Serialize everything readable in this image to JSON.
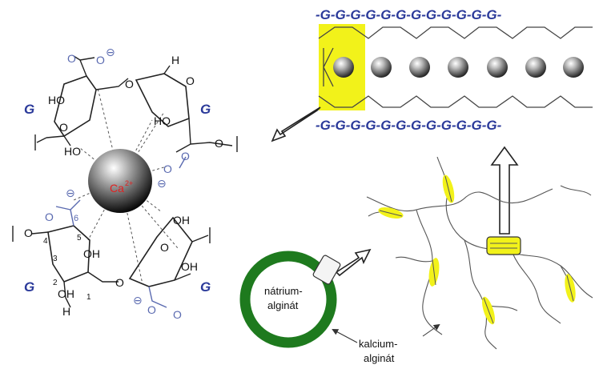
{
  "g_chain_top": "-G-G-G-G-G-G-G-G-G-G-G-G-",
  "g_chain_bottom": "-G-G-G-G-G-G-G-G-G-G-G-G-",
  "g_labels": [
    "G",
    "G",
    "G",
    "G"
  ],
  "atoms": {
    "o_carbonyl_top": "O",
    "o_carboxyl_top": "O",
    "minus_top": "⊖",
    "ho_left_top": "HO",
    "o_ring_left_top": "O",
    "ho_left_mid": "HO",
    "o_glycosidic_top": "O",
    "h_top_right": "H",
    "o_top_right_ring": "O",
    "ho_right_top": "HO",
    "o_right_chain": "O",
    "o_carbonyl_right": "O",
    "o_carboxyl_right": "O",
    "minus_right": "⊖",
    "minus_left_mid": "⊖",
    "o_left_c6": "O",
    "num_6": "6",
    "o_left_chain": "O",
    "num_4": "4",
    "num_5": "5",
    "num_3": "3",
    "oh_left_ring": "OH",
    "num_2": "2",
    "o_glycosidic_bottom": "O",
    "oh_bottom_h": "OH",
    "h_bottom": "H",
    "num_1": "1",
    "oh_right_bottom": "OH",
    "o_right_bottom_ring": "O",
    "oh_right_bottom2": "OH",
    "minus_bottom": "⊖",
    "o_carboxyl_bottom": "O",
    "o_carbonyl_bottom": "O"
  },
  "calcium_label": "Ca",
  "calcium_charge": "2+",
  "sodium_alginate_line1": "nátrium-",
  "sodium_alginate_line2": "alginát",
  "calcium_alginate_line1": "kalcium-",
  "calcium_alginate_line2": "alginát",
  "colors": {
    "g_blue": "#2b3a9a",
    "highlight_yellow": "#f2f21a",
    "ring_green": "#1e7a1e",
    "calcium_red": "#e02020"
  }
}
